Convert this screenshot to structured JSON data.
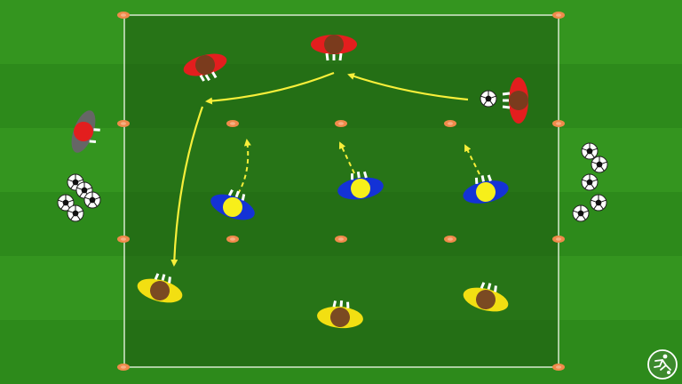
{
  "diagram": {
    "type": "soccer-drill",
    "colors": {
      "grass_light": "#34951f",
      "grass_dark": "#2b8419",
      "inner_zone": "#246a14",
      "boundary": "#d8ead0",
      "cone": "#f08a4b",
      "arrow": "#f7ef3a",
      "red_team": "#e31e1e",
      "blue_team": "#1432d6",
      "yellow_team": "#f2df12",
      "grey_player": "#666666"
    },
    "teams": {
      "red": [
        "red-player-1",
        "red-player-2",
        "red-player-3"
      ],
      "blue": [
        "blue-player-1",
        "blue-player-2",
        "blue-player-3"
      ],
      "yellow": [
        "yellow-player-1",
        "yellow-player-2",
        "yellow-player-3"
      ],
      "grey": [
        "grey-player-1"
      ]
    },
    "arrows": {
      "pass": [
        "pass-arrow-1",
        "pass-arrow-2",
        "pass-arrow-3"
      ],
      "run": [
        "run-arrow-1",
        "run-arrow-2",
        "run-arrow-3"
      ]
    },
    "logo_icon": "running-figure-icon"
  }
}
